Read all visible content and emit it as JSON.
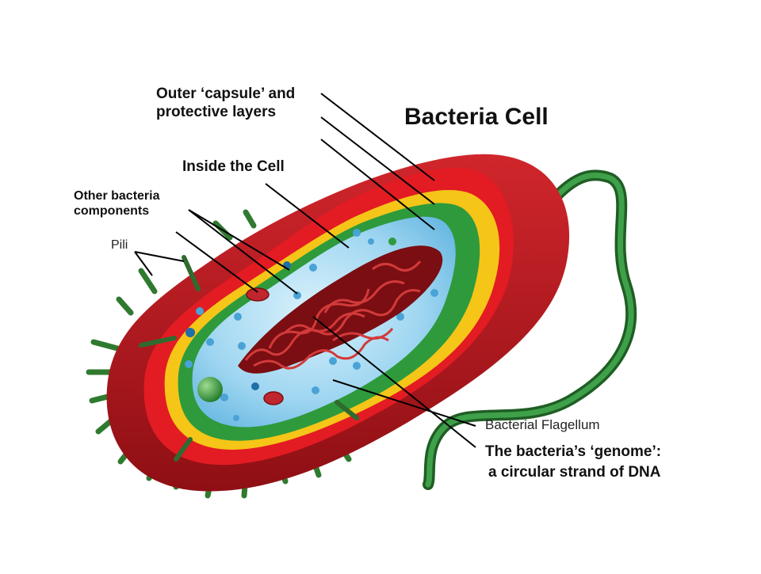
{
  "title": "Bacteria Cell",
  "labels": {
    "outer_line1": "Outer ‘capsule’ and",
    "outer_line2": "protective layers",
    "inside": "Inside the Cell",
    "other_line1": "Other bacteria",
    "other_line2": "components",
    "pili": "Pili",
    "flagellum": "Bacterial Flagellum",
    "genome_line1": "The bacteria’s ‘genome’:",
    "genome_line2": "a circular strand of DNA"
  },
  "colors": {
    "capsule": "#b5161b",
    "wall": "#e31b23",
    "membrane_yellow": "#f5c518",
    "membrane_green": "#2e9a3c",
    "cytoplasm": "#8fd0f0",
    "dna": "#9b1c1c",
    "pili": "#2f7a2f",
    "flagellum": "#2e7d32"
  }
}
